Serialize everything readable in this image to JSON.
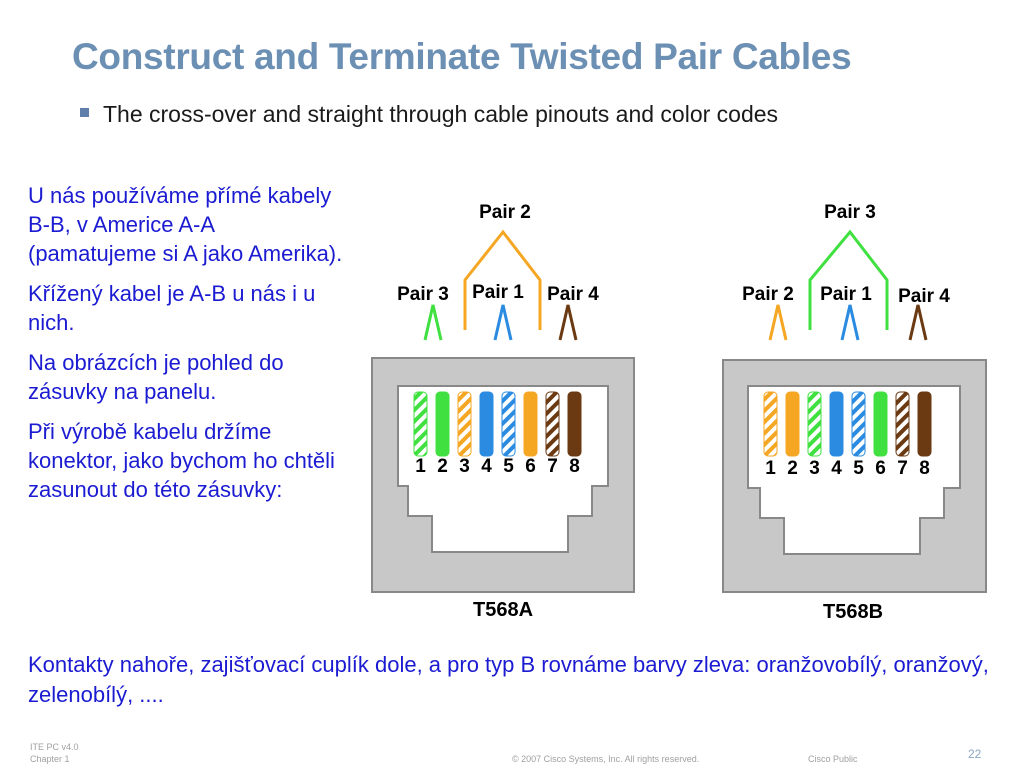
{
  "slide": {
    "title": "Construct and Terminate Twisted Pair Cables",
    "bullet": "The cross-over and straight through cable pinouts and color codes"
  },
  "left_text": {
    "p1": "U nás používáme přímé kabely B-B, v Americe A-A (pamatujeme si A jako Amerika).",
    "p2": "Křížený kabel je A-B u nás i u nich.",
    "p3": "Na obrázcích je pohled do zásuvky na panelu.",
    "p4": "Při výrobě kabelu držíme konektor, jako bychom ho chtěli zasunout do této zásuvky:"
  },
  "bottom_text": "Kontakty nahoře, zajišťovací cuplík dole, a pro typ B rovnáme barvy zleva: oranžovobílý, oranžový, zelenobílý, ....",
  "colors": {
    "title": "#6c8fb4",
    "body_text": "#1b1bd2",
    "green": "#3fe03f",
    "orange": "#f5a623",
    "blue": "#2a8be0",
    "brown": "#6b3a12",
    "jack_gray": "#c8c8c8"
  },
  "diagrams": [
    {
      "label": "T568A",
      "pair_labels": {
        "top": "Pair 2",
        "left": "Pair 3",
        "center": "Pair 1",
        "right": "Pair 4"
      },
      "pins": [
        "1",
        "2",
        "3",
        "4",
        "5",
        "6",
        "7",
        "8"
      ],
      "wires": [
        {
          "color": "green",
          "striped": true
        },
        {
          "color": "green",
          "striped": false
        },
        {
          "color": "orange",
          "striped": true
        },
        {
          "color": "blue",
          "striped": false
        },
        {
          "color": "blue",
          "striped": true
        },
        {
          "color": "orange",
          "striped": false
        },
        {
          "color": "brown",
          "striped": true
        },
        {
          "color": "brown",
          "striped": false
        }
      ]
    },
    {
      "label": "T568B",
      "pair_labels": {
        "top": "Pair 3",
        "left": "Pair 2",
        "center": "Pair 1",
        "right": "Pair 4"
      },
      "pins": [
        "1",
        "2",
        "3",
        "4",
        "5",
        "6",
        "7",
        "8"
      ],
      "wires": [
        {
          "color": "orange",
          "striped": true
        },
        {
          "color": "orange",
          "striped": false
        },
        {
          "color": "green",
          "striped": true
        },
        {
          "color": "blue",
          "striped": false
        },
        {
          "color": "blue",
          "striped": true
        },
        {
          "color": "green",
          "striped": false
        },
        {
          "color": "brown",
          "striped": true
        },
        {
          "color": "brown",
          "striped": false
        }
      ]
    }
  ],
  "footer": {
    "course": "ITE PC v4.0",
    "chapter": "Chapter 1",
    "copyright": "© 2007 Cisco Systems, Inc. All rights reserved.",
    "classification": "Cisco Public",
    "page": "22"
  }
}
